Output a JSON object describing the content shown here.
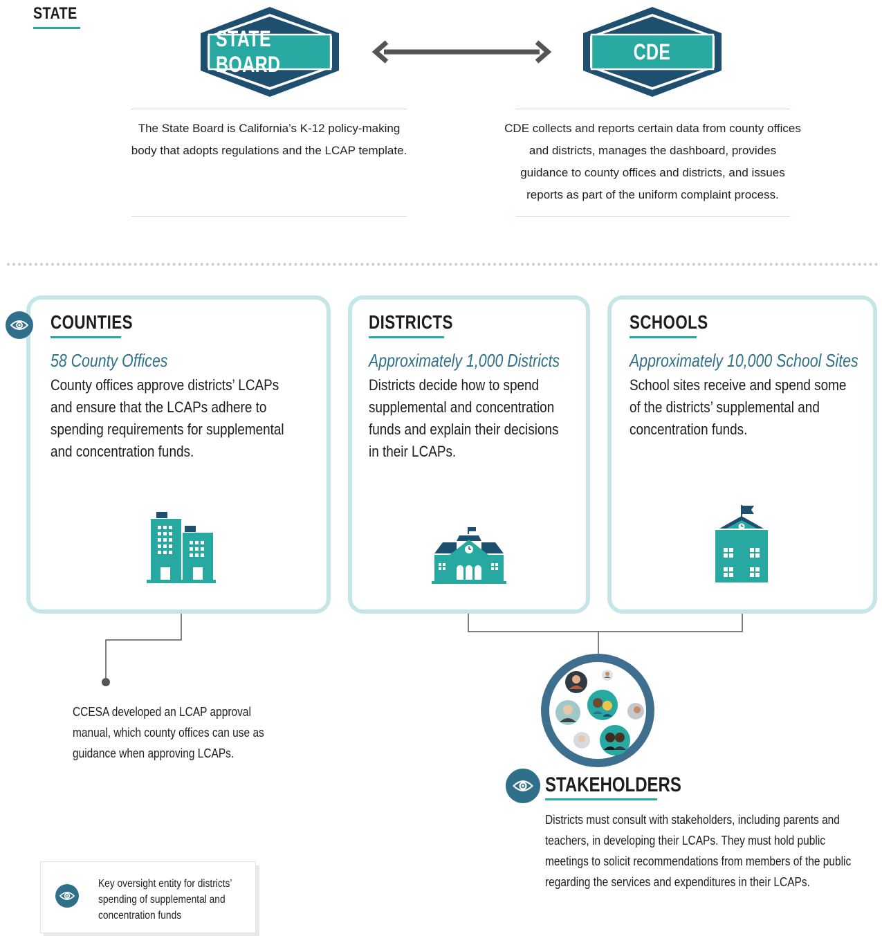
{
  "state": {
    "label": "STATE",
    "state_board": {
      "label": "STATE BOARD",
      "description": [
        "The State Board is California’s K-12 policy-making",
        "body that adopts regulations and the LCAP template."
      ]
    },
    "cde": {
      "label": "CDE",
      "description": [
        "CDE collects and reports certain data from county offices",
        "and districts, manages the dashboard, provides",
        "guidance to county offices and districts, and issues",
        "reports as part of the uniform complaint process."
      ]
    }
  },
  "levels": {
    "counties": {
      "title": "COUNTIES",
      "subtitle": "58 County Offices",
      "body": "County offices approve districts’ LCAPs and ensure that the LCAPs adhere to spending requirements for supplemental and concentration funds."
    },
    "districts": {
      "title": "DISTRICTS",
      "subtitle": "Approximately 1,000 Districts",
      "body": "Districts decide how to spend supplemental and concentration funds and explain their decisions in their LCAPs."
    },
    "schools": {
      "title": "SCHOOLS",
      "subtitle": "Approximately 10,000 School Sites",
      "body": "School sites receive and spend some of the districts’ supplemental and concentration funds."
    }
  },
  "ccesa_note": "CCESA developed an LCAP approval manual, which county offices can use as guidance when approving LCAPs.",
  "stakeholders": {
    "title": "STAKEHOLDERS",
    "body": "Districts must consult with stakeholders, including parents and teachers, in developing their LCAPs. They must hold public meetings to solicit  recommendations from members of the public regarding the services and expenditures in their LCAPs."
  },
  "legend": {
    "text": "Key oversight entity for districts’ spending of supplemental and concentration funds"
  },
  "colors": {
    "teal": "#27a9a1",
    "navy": "#1f4f6e",
    "steel_blue": "#2f6f8a",
    "card_border": "#c5e6e6"
  }
}
